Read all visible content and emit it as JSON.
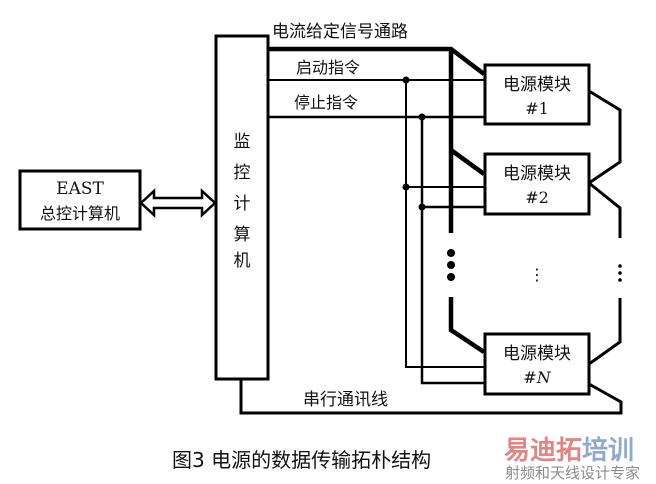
{
  "diagram": {
    "east_computer": {
      "line1": "EAST",
      "line2": "总控计算机"
    },
    "monitor_computer": {
      "chars": [
        "监",
        "控",
        "计",
        "算",
        "机"
      ]
    },
    "current_path_label": "电流给定信号通路",
    "start_cmd_label": "启动指令",
    "stop_cmd_label": "停止指令",
    "serial_label": "串行通讯线",
    "modules": [
      {
        "name": "电源模块",
        "id": "#1"
      },
      {
        "name": "电源模块",
        "id": "#2"
      },
      {
        "name": "电源模块",
        "id": "#N"
      }
    ],
    "ellipsis": "⋮"
  },
  "caption": "图3  电源的数据传输拓朴结构",
  "watermark": {
    "brand_red": "易迪拓",
    "brand_blue": "培训",
    "tagline": "射频和天线设计专家",
    "colors": {
      "red": "#e28585",
      "blue": "#93a9cc",
      "gray": "#8c8c8c"
    }
  }
}
